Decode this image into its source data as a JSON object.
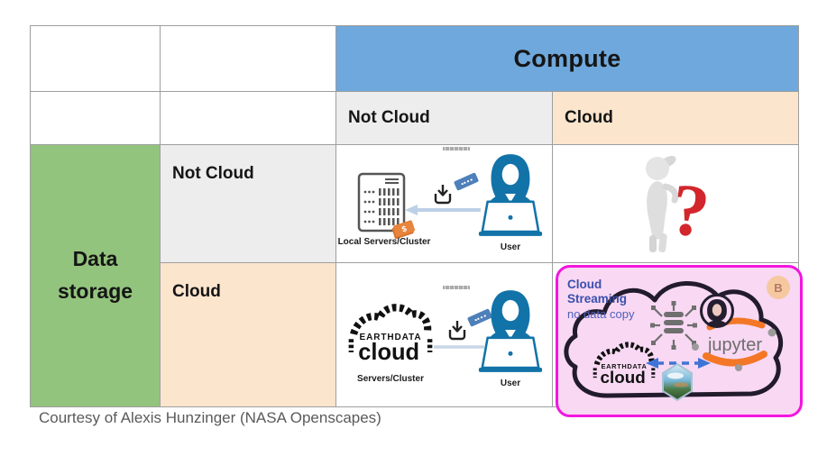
{
  "matrix": {
    "compute_header": "Compute",
    "storage_header": "Data storage",
    "compute_not_cloud": "Not Cloud",
    "compute_cloud": "Cloud",
    "storage_not_cloud": "Not Cloud",
    "storage_cloud": "Cloud"
  },
  "cell_local": {
    "servers_label": "Local Servers/Cluster",
    "user_label": "User",
    "dollar_tag": "$"
  },
  "cell_question": {
    "question_mark": "?"
  },
  "cell_earthdata": {
    "logo_line1": "EARTHDATA",
    "logo_line2": "CLOUD",
    "servers_label": "Servers/Cluster",
    "user_label": "User"
  },
  "cell_streaming": {
    "title": "Cloud Streaming",
    "subtitle": "no data copy",
    "badge": "B",
    "logo_line1": "EARTHDATA",
    "logo_line2": "CLOUD",
    "jupyter_label": "jupyter"
  },
  "caption": "Courtesy of Alexis Hunzinger (NASA Openscapes)",
  "colors": {
    "compute_blue": "#6fa8dc",
    "storage_green": "#93c47d",
    "cloud_peach": "#fce5cd",
    "not_cloud_gray": "#ededed",
    "highlight_magenta": "#f316df",
    "highlight_pink_fill": "#f8d8f3",
    "jupyter_orange": "#f37726",
    "user_blue": "#1273a8",
    "question_red": "#d2262c"
  }
}
